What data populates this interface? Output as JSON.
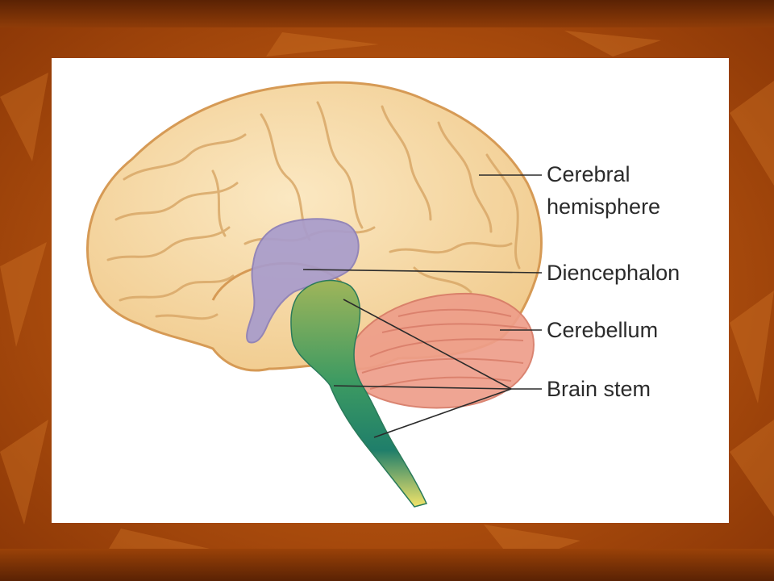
{
  "labels": {
    "cerebral_line1": "Cerebral",
    "cerebral_line2": "hemisphere",
    "diencephalon": "Diencephalon",
    "cerebellum": "Cerebellum",
    "brain_stem": "Brain stem"
  },
  "colors": {
    "cerebrum": "#f6d9a4",
    "cerebrum_outline": "#d69a55",
    "diencephalon": "#a89ccc",
    "cerebellum": "#ee9e8a",
    "brain_stem": "#2d8a6a",
    "medulla_tip": "#f0e060"
  }
}
